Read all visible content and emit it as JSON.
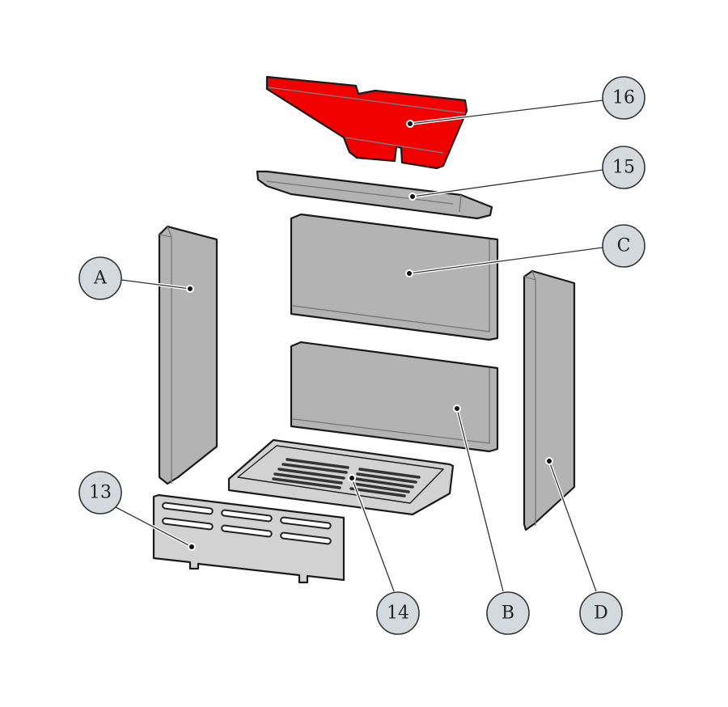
{
  "diagram": {
    "title": "Fireplace firebrick set exploded view",
    "highlight_color": "#f20000",
    "part_color": "#b3b3b3",
    "callouts": [
      {
        "id": "16",
        "label": "16",
        "part": "baffle-plate"
      },
      {
        "id": "15",
        "label": "15",
        "part": "top-brick"
      },
      {
        "id": "C",
        "label": "C",
        "part": "rear-upper-brick"
      },
      {
        "id": "A",
        "label": "A",
        "part": "left-side-brick"
      },
      {
        "id": "13",
        "label": "13",
        "part": "front-grille-plate"
      },
      {
        "id": "14",
        "label": "14",
        "part": "grate-tray"
      },
      {
        "id": "B",
        "label": "B",
        "part": "rear-lower-brick"
      },
      {
        "id": "D",
        "label": "D",
        "part": "right-side-brick"
      }
    ]
  }
}
